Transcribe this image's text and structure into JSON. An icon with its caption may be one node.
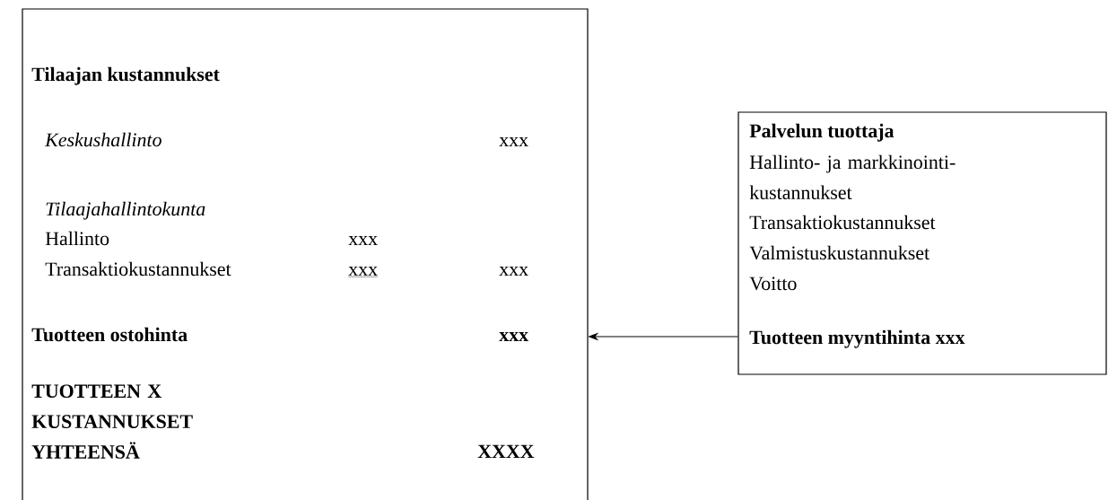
{
  "diagram": {
    "nodes": [
      {
        "text": [
          "Tilaajan kustannukset",
          "Keskushallinto",
          "xxx",
          "Tilaajahallintokunta",
          "Hallinto",
          "xxx",
          "Transaktiokustannukset",
          "xxx",
          "xxx",
          "Tuotteen ostohinta",
          "xxx",
          "TUOTTEEN X KUSTANNUKSET YHTEENSÄ",
          "XXXX"
        ]
      },
      {
        "text": [
          "Palvelun tuottaja",
          "Hallinto- ja markkinointi-kustannukset",
          "Transaktiokustannukset",
          "Valmistuskustannukset",
          "Voitto",
          "Tuotteen myyntihinta xxx"
        ]
      }
    ],
    "edges": [
      {
        "from": 1,
        "to": 0,
        "arrow": "to"
      }
    ]
  }
}
